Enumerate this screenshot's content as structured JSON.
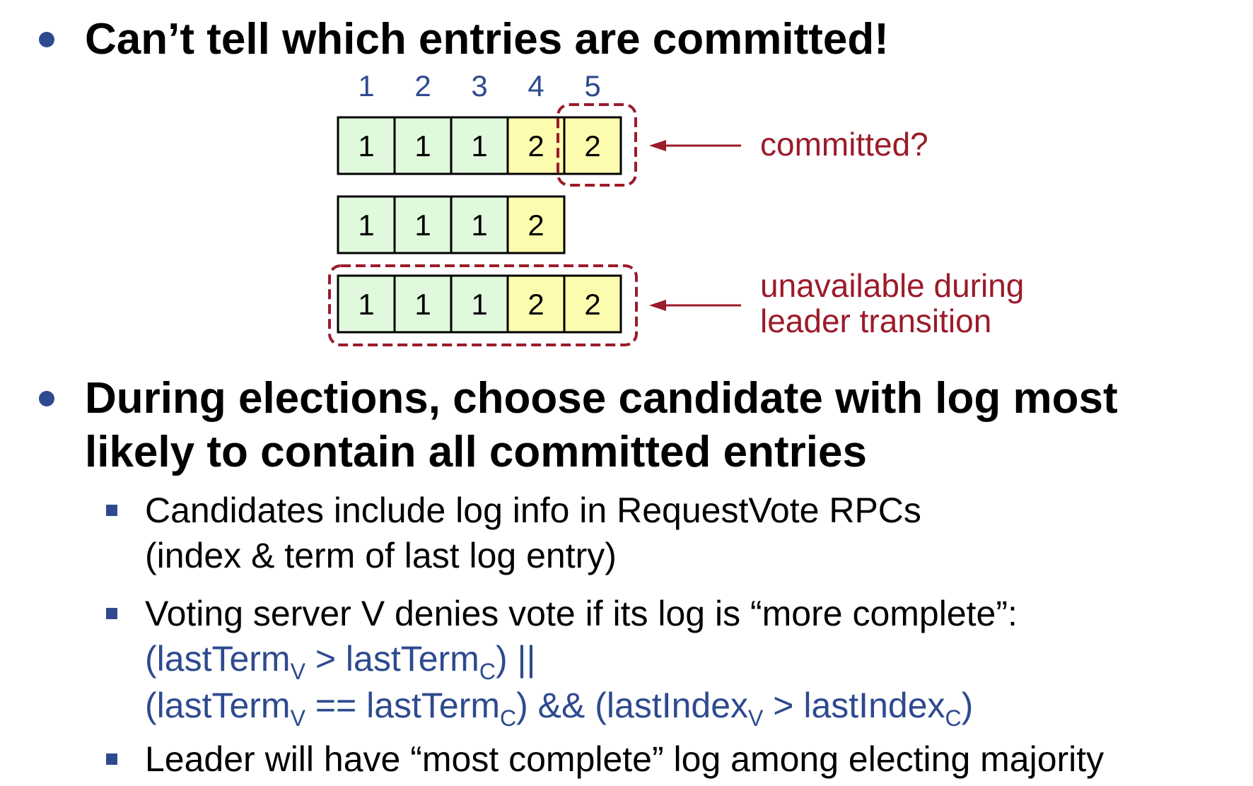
{
  "colors": {
    "committed_cell": "#e0f8dc",
    "uncommitted_cell": "#fdfcae",
    "highlight": "#9b1b2a",
    "blue": "#2e4a8f"
  },
  "bullet1": {
    "text": "Can’t tell which entries are committed!"
  },
  "diagram": {
    "index_labels": [
      "1",
      "2",
      "3",
      "4",
      "5"
    ],
    "logs": [
      {
        "entries": [
          {
            "term": "1",
            "committed": true
          },
          {
            "term": "1",
            "committed": true
          },
          {
            "term": "1",
            "committed": true
          },
          {
            "term": "2",
            "committed": false
          },
          {
            "term": "2",
            "committed": false
          }
        ]
      },
      {
        "entries": [
          {
            "term": "1",
            "committed": true
          },
          {
            "term": "1",
            "committed": true
          },
          {
            "term": "1",
            "committed": true
          },
          {
            "term": "2",
            "committed": false
          }
        ]
      },
      {
        "entries": [
          {
            "term": "1",
            "committed": true
          },
          {
            "term": "1",
            "committed": true
          },
          {
            "term": "1",
            "committed": true
          },
          {
            "term": "2",
            "committed": false
          },
          {
            "term": "2",
            "committed": false
          }
        ]
      }
    ],
    "annotation_committed": "committed?",
    "annotation_unavailable_line1": "unavailable during",
    "annotation_unavailable_line2": "leader transition"
  },
  "bullet2": {
    "line1": "During elections, choose candidate with log most",
    "line2": "likely to contain all committed entries"
  },
  "sub1": {
    "line1": "Candidates include log info in RequestVote RPCs",
    "line2": "(index & term of last log entry)"
  },
  "sub2": {
    "line1": "Voting server V denies vote if its log is “more complete”:",
    "cond1": {
      "open": "(lastTerm",
      "sub_v": "V",
      "gt": " > lastTerm",
      "sub_c": "C",
      "close": ") ||"
    },
    "cond2": {
      "open": "(lastTerm",
      "sub_v": "V",
      "eq": " == lastTerm",
      "sub_c": "C",
      "mid": ") && (lastIndex",
      "sub_v2": "V",
      "gt": " > lastIndex",
      "sub_c2": "C",
      "close": ")"
    }
  },
  "sub3": {
    "text": "Leader will have “most complete” log among electing majority"
  }
}
